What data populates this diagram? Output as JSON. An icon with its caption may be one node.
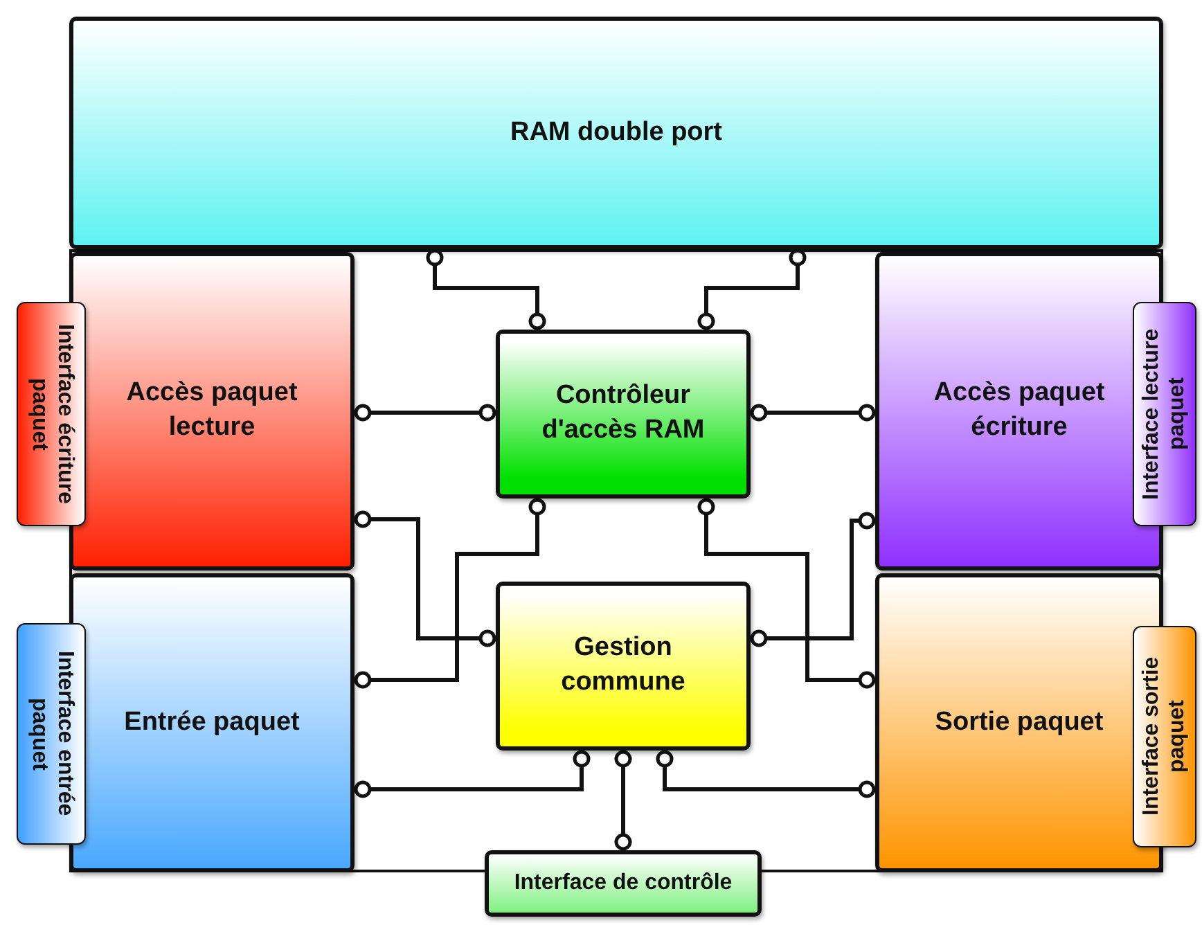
{
  "diagram": {
    "nodes": [
      {
        "text": [
          "RAM double port"
        ]
      },
      {
        "text": [
          "Accès paquet lecture"
        ]
      },
      {
        "text": [
          "Contrôleur d'accès RAM"
        ]
      },
      {
        "text": [
          "Accès paquet écriture"
        ]
      },
      {
        "text": [
          "Gestion commune"
        ]
      },
      {
        "text": [
          "Entrée paquet"
        ]
      },
      {
        "text": [
          "Sortie paquet"
        ]
      },
      {
        "text": [
          "Interface écriture paquet"
        ]
      },
      {
        "text": [
          "Interface entrée paquet"
        ]
      },
      {
        "text": [
          "Interface lecture paquet"
        ]
      },
      {
        "text": [
          "Interface sortie paquet"
        ]
      },
      {
        "text": [
          "Interface de contrôle"
        ]
      }
    ],
    "edges": [
      {
        "from": 0,
        "to": 2,
        "arrow": "other"
      },
      {
        "from": 0,
        "to": 2,
        "arrow": "other"
      },
      {
        "from": 1,
        "to": 2,
        "arrow": "other"
      },
      {
        "from": 3,
        "to": 2,
        "arrow": "other"
      },
      {
        "from": 1,
        "to": 4,
        "arrow": "other"
      },
      {
        "from": 2,
        "to": 5,
        "arrow": "other"
      },
      {
        "from": 2,
        "to": 6,
        "arrow": "other"
      },
      {
        "from": 3,
        "to": 4,
        "arrow": "other"
      },
      {
        "from": 4,
        "to": 5,
        "arrow": "other"
      },
      {
        "from": 4,
        "to": 6,
        "arrow": "other"
      },
      {
        "from": 4,
        "to": 11,
        "arrow": "other"
      }
    ]
  }
}
